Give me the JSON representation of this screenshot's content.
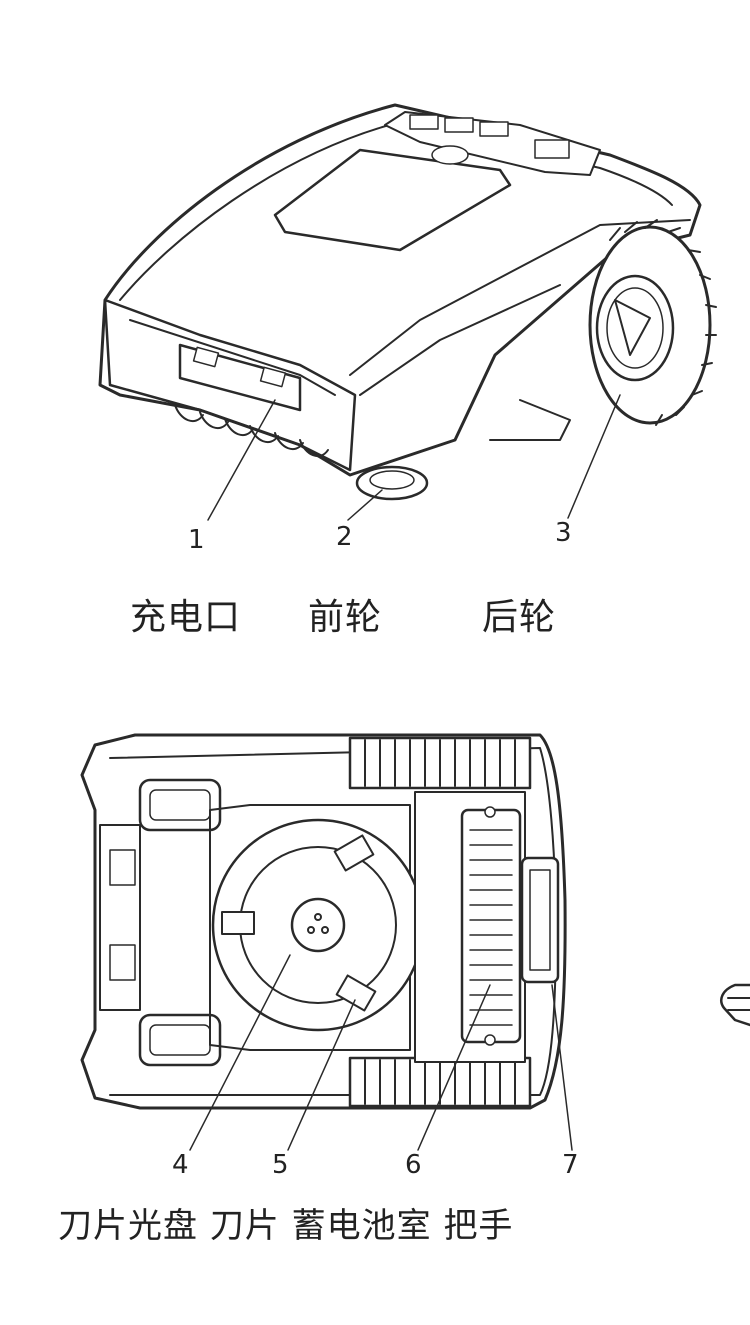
{
  "top_view": {
    "callouts": [
      {
        "num": "1",
        "label": "充电口"
      },
      {
        "num": "2",
        "label": "前轮"
      },
      {
        "num": "3",
        "label": "后轮"
      }
    ]
  },
  "bottom_view": {
    "callouts": [
      {
        "num": "4",
        "label": "刀片光盘"
      },
      {
        "num": "5",
        "label": "刀片"
      },
      {
        "num": "6",
        "label": "蓄电池室"
      },
      {
        "num": "7",
        "label": "把手"
      }
    ]
  }
}
